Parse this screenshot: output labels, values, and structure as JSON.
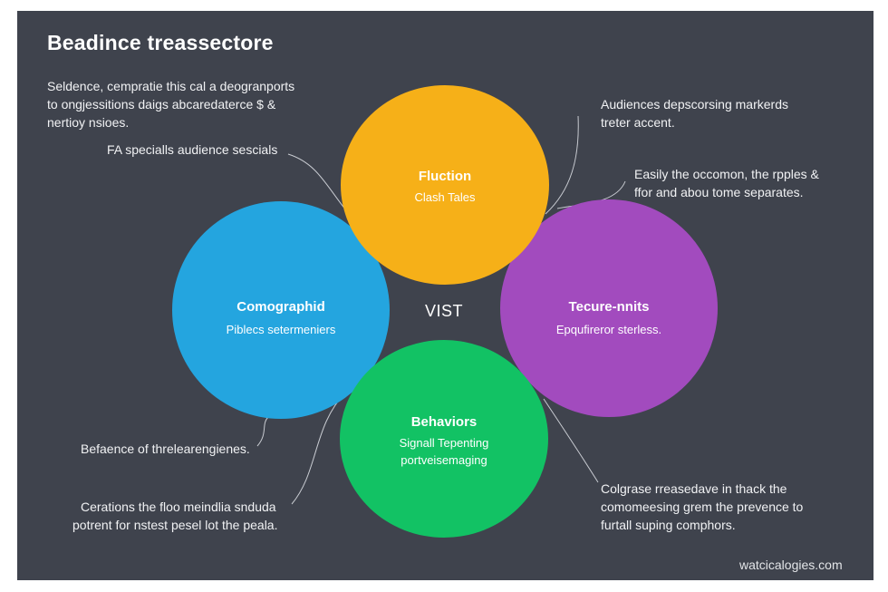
{
  "diagram": {
    "title": "Beadince treassectore",
    "center_label": "VIST",
    "intro": [
      "Seldence, cempratie this cal a deogranports",
      "to ongjessitions daigs abcaredaterce $ &",
      "nertioy nsioes."
    ],
    "left_notes": {
      "top": [
        "FA specialls audience sescials"
      ],
      "middle": [
        "Befaence of threlearengienes."
      ],
      "bottom": [
        "Cerations the floo meindlia snduda",
        "potrent for nstest pesel lot the peala."
      ]
    },
    "right_notes": {
      "top": [
        "Audiences depscorsing markerds",
        "treter accent."
      ],
      "middle": [
        "Easily the occomon, the rpples &",
        "ffor and abou tome separates."
      ],
      "bottom": [
        "Colgrase rreasedave in thack the",
        "comomeesing grem the prevence to",
        "furtall suping comphors."
      ]
    },
    "circles": {
      "yellow": {
        "name": "Fluction",
        "subtitle": [
          "Clash Tales"
        ],
        "color": "#f6b018"
      },
      "blue": {
        "name": "Comographid",
        "subtitle": [
          "Piblecs setermeniers"
        ],
        "color": "#24a5df"
      },
      "purple": {
        "name": "Tecure-nnits",
        "subtitle": [
          "Epqufireror sterless."
        ],
        "color": "#a24bbe"
      },
      "green": {
        "name": "Behaviors",
        "subtitle": [
          "Signall Tepenting",
          "portveisemaging"
        ],
        "color": "#12c264"
      }
    },
    "watermark": "watcicalogies.com",
    "colors": {
      "background": "#3f434d",
      "text": "#ffffff",
      "connector": "#c9ccd2"
    }
  }
}
